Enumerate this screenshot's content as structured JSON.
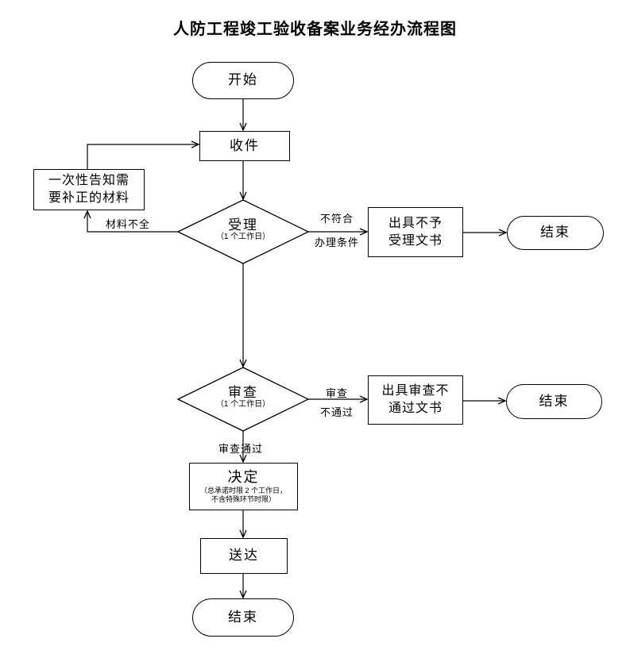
{
  "title": "人防工程竣工验收备案业务经办流程图",
  "nodes": {
    "start": {
      "label": "开始"
    },
    "receive": {
      "label": "收件"
    },
    "notify": {
      "line1": "一次性告知需",
      "line2": "要补正的材料"
    },
    "accept": {
      "label": "受理",
      "sub": "（1 个工作日）"
    },
    "issue_reject": {
      "line1": "出具不予",
      "line2": "受理文书"
    },
    "end1": {
      "label": "结束"
    },
    "review": {
      "label": "审查",
      "sub": "（1 个工作日）"
    },
    "issue_fail": {
      "line1": "出具审查不",
      "line2": "通过文书"
    },
    "end2": {
      "label": "结束"
    },
    "decide": {
      "label": "决定",
      "sub1": "（总承诺时限 2 个工作日，",
      "sub2": "不含特殊环节时限）"
    },
    "deliver": {
      "label": "送达"
    },
    "end3": {
      "label": "结束"
    }
  },
  "edges": {
    "materials_incomplete": "材料不全",
    "not_meet_line1": "不符合",
    "not_meet_line2": "办理条件",
    "review_fail_line1": "审查",
    "review_fail_line2": "不通过",
    "review_pass": "审查通过"
  },
  "colors": {
    "stroke": "#000000",
    "background": "#ffffff"
  }
}
